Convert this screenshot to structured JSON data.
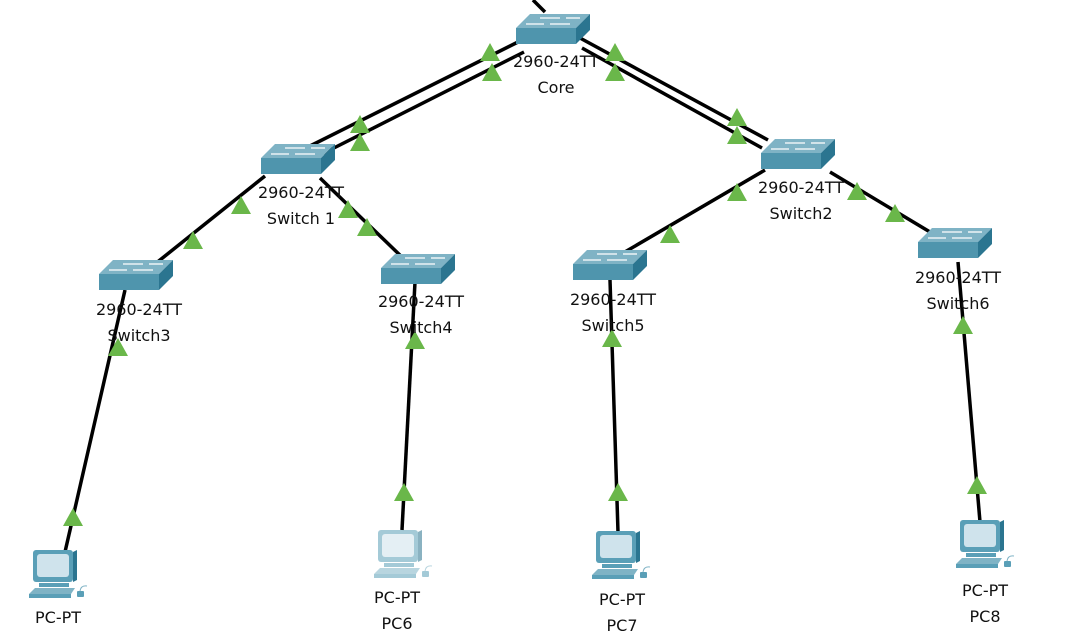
{
  "diagram": {
    "type": "network-topology",
    "colors": {
      "link": "#000000",
      "link_up": "#6ab74a",
      "switch_top": "#7fb3c5",
      "switch_front": "#4f95ad",
      "switch_side": "#2b7590",
      "pc_body": "#5a9fb7",
      "pc_screen": "#cfe3ec"
    },
    "devices": [
      {
        "id": "core",
        "kind": "switch",
        "model": "2960-24TT",
        "name": "Core"
      },
      {
        "id": "sw1",
        "kind": "switch",
        "model": "2960-24TT",
        "name": "Switch 1"
      },
      {
        "id": "sw2",
        "kind": "switch",
        "model": "2960-24TT",
        "name": "Switch2"
      },
      {
        "id": "sw3",
        "kind": "switch",
        "model": "2960-24TT",
        "name": "Switch3"
      },
      {
        "id": "sw4",
        "kind": "switch",
        "model": "2960-24TT",
        "name": "Switch4"
      },
      {
        "id": "sw5",
        "kind": "switch",
        "model": "2960-24TT",
        "name": "Switch5"
      },
      {
        "id": "sw6",
        "kind": "switch",
        "model": "2960-24TT",
        "name": "Switch6"
      },
      {
        "id": "pc0",
        "kind": "pc",
        "model": "PC-PT",
        "name": "",
        "faded": false
      },
      {
        "id": "pc6",
        "kind": "pc",
        "model": "PC-PT",
        "name": "PC6",
        "faded": true
      },
      {
        "id": "pc7",
        "kind": "pc",
        "model": "PC-PT",
        "name": "PC7",
        "faded": false
      },
      {
        "id": "pc8",
        "kind": "pc",
        "model": "PC-PT",
        "name": "PC8",
        "faded": false
      }
    ],
    "links": [
      {
        "from": "core",
        "to": "upstream",
        "status": "none"
      },
      {
        "from": "core",
        "to": "sw1",
        "status": "up",
        "count": 2
      },
      {
        "from": "core",
        "to": "sw2",
        "status": "up",
        "count": 2
      },
      {
        "from": "sw1",
        "to": "sw3",
        "status": "up"
      },
      {
        "from": "sw1",
        "to": "sw4",
        "status": "up"
      },
      {
        "from": "sw2",
        "to": "sw5",
        "status": "up"
      },
      {
        "from": "sw2",
        "to": "sw6",
        "status": "up"
      },
      {
        "from": "sw3",
        "to": "pc0",
        "status": "up"
      },
      {
        "from": "sw4",
        "to": "pc6",
        "status": "up"
      },
      {
        "from": "sw5",
        "to": "pc7",
        "status": "up"
      },
      {
        "from": "sw6",
        "to": "pc8",
        "status": "up"
      }
    ]
  }
}
